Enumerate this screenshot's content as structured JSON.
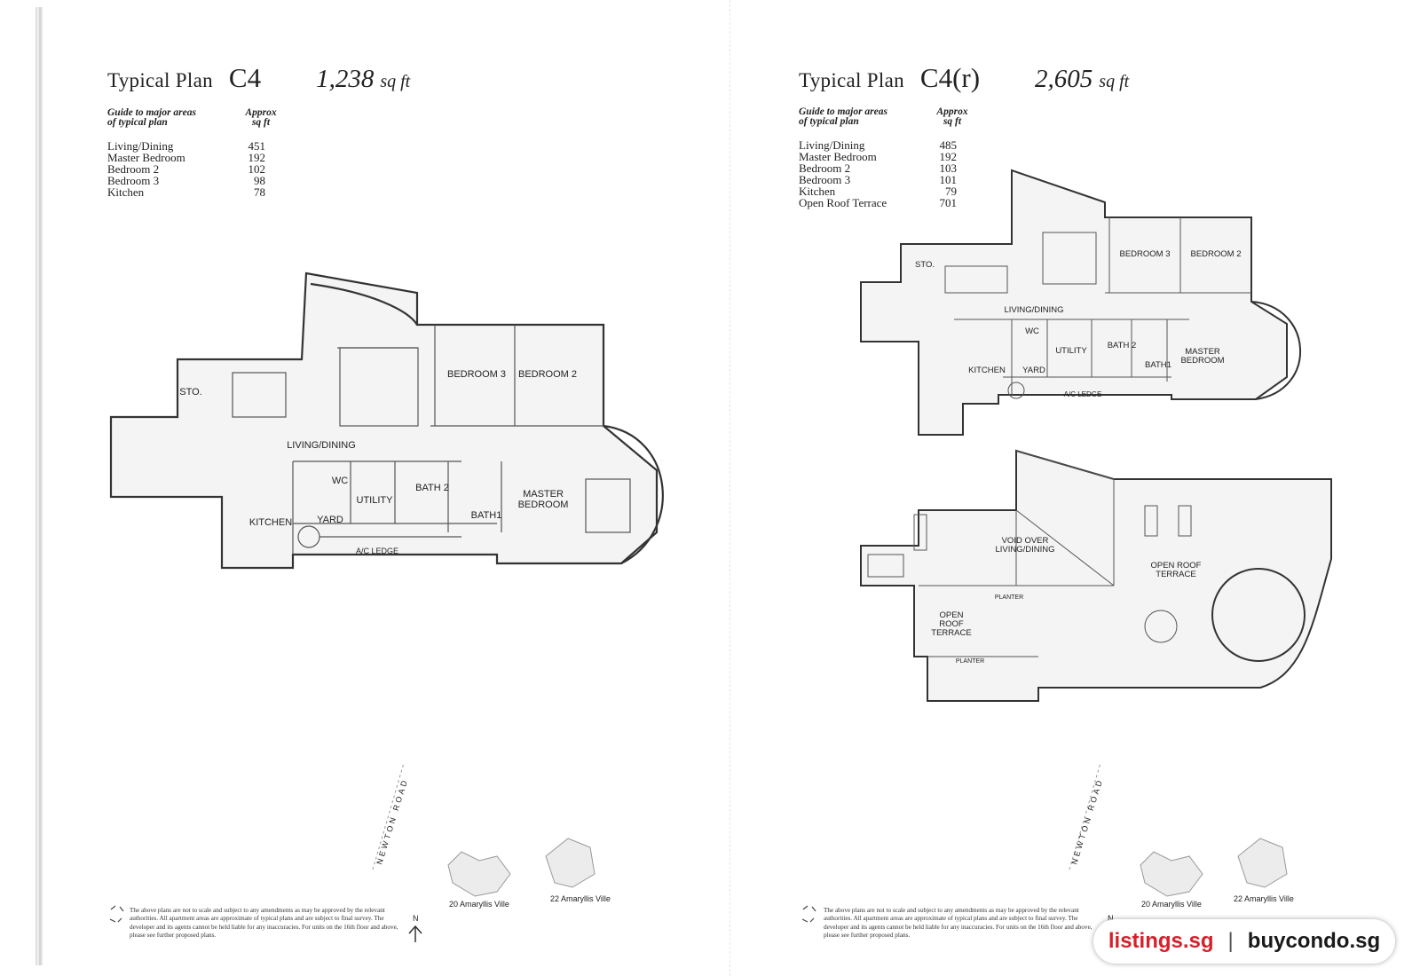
{
  "left": {
    "label": "Typical Plan",
    "code": "C4",
    "area": "1,238",
    "unit": "sq ft",
    "guide_title_1": "Guide to major areas",
    "guide_title_2": "of typical plan",
    "guide_col_1": "Approx",
    "guide_col_2": "sq ft",
    "rows": [
      {
        "name": "Living/Dining",
        "value": "451"
      },
      {
        "name": "Master Bedroom",
        "value": "192"
      },
      {
        "name": "Bedroom 2",
        "value": "102"
      },
      {
        "name": "Bedroom 3",
        "value": "98"
      },
      {
        "name": "Kitchen",
        "value": "78"
      }
    ],
    "rooms": {
      "sto": "STO.",
      "living": "LIVING/DINING",
      "bed3": "BEDROOM 3",
      "bed2": "BEDROOM 2",
      "wc": "WC",
      "utility": "UTILITY",
      "bath2": "BATH 2",
      "kitchen": "KITCHEN",
      "yard": "YARD",
      "bath1": "BATH1",
      "master": "MASTER",
      "master2": "BEDROOM",
      "ledge": "A/C LEDGE"
    },
    "site": {
      "road": "NEWTON ROAD",
      "b20": "20 Amaryllis Ville",
      "b22": "22 Amaryllis Ville",
      "north": "N"
    }
  },
  "right": {
    "label": "Typical Plan",
    "code": "C4(r)",
    "area": "2,605",
    "unit": "sq ft",
    "guide_title_1": "Guide to major areas",
    "guide_title_2": "of typical plan",
    "guide_col_1": "Approx",
    "guide_col_2": "sq ft",
    "rows": [
      {
        "name": "Living/Dining",
        "value": "485"
      },
      {
        "name": "Master Bedroom",
        "value": "192"
      },
      {
        "name": "Bedroom 2",
        "value": "103"
      },
      {
        "name": "Bedroom 3",
        "value": "101"
      },
      {
        "name": "Kitchen",
        "value": "79"
      },
      {
        "name": "Open Roof Terrace",
        "value": "701"
      }
    ],
    "rooms": {
      "sto": "STO.",
      "living": "LIVING/DINING",
      "bed3": "BEDROOM 3",
      "bed2": "BEDROOM 2",
      "wc": "WC",
      "utility": "UTILITY",
      "bath2": "BATH 2",
      "kitchen": "KITCHEN",
      "yard": "YARD",
      "bath1": "BATH1",
      "master": "MASTER",
      "master2": "BEDROOM",
      "ledge": "A/C LEDGE"
    },
    "roof": {
      "void1": "VOID OVER",
      "void2": "LIVING/DINING",
      "terrace1": "OPEN ROOF",
      "terrace2": "TERRACE",
      "small1": "OPEN",
      "small2": "ROOF",
      "small3": "TERRACE",
      "planter": "PLANTER"
    },
    "site": {
      "road": "NEWTON ROAD",
      "b20": "20 Amaryllis Ville",
      "b22": "22 Amaryllis Ville",
      "north": "N"
    }
  },
  "disclaimer": "The above plans are not to scale and subject to any amendments as may be approved by the relevant authorities. All apartment areas are approximate of typical plans and are subject to final survey. The developer and its agents cannot be held liable for any inaccuracies. For units on the 16th floor and above, please see further proposed plans.",
  "brand": {
    "left": "listings.sg",
    "sep": "|",
    "right": "buycondo.sg",
    "left_color": "#d6202a"
  }
}
